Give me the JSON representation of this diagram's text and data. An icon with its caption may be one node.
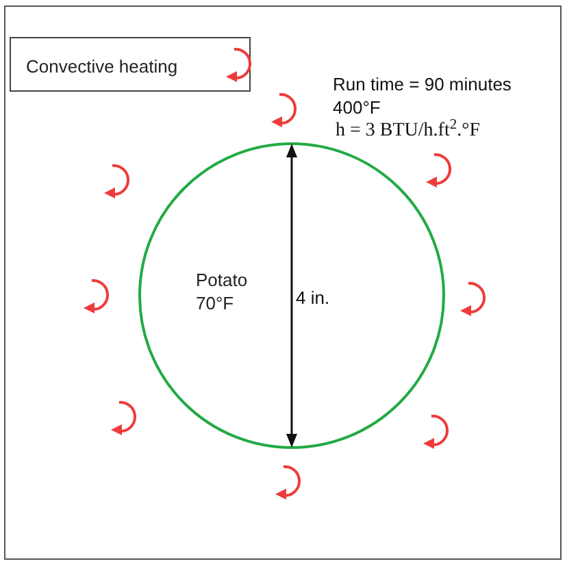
{
  "diagram": {
    "nodes": [
      {
        "text": [
          "Potato 70°F"
        ]
      }
    ],
    "labels": [
      "Run time = 90 minutes",
      "400°F",
      "h = 3 BTU/h.ft$^{2}$.°F",
      "4 in."
    ],
    "legend": [
      {
        "text": "Convective heating"
      }
    ]
  }
}
